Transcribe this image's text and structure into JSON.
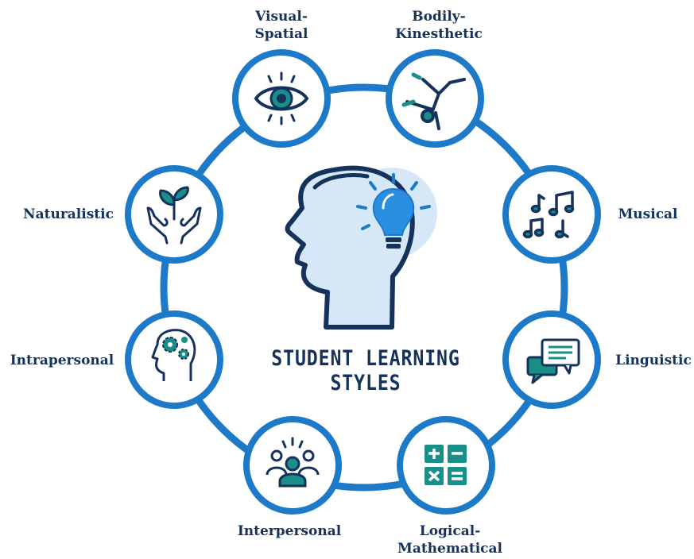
{
  "title": "STUDENT LEARNING STYLES",
  "colors": {
    "navy": "#15325c",
    "ring_blue": "#1d7ac8",
    "teal": "#1a8f8a",
    "light_blue": "#d6e8f7",
    "bulb_blue": "#2a8fe0"
  },
  "nodes": [
    {
      "id": "visual",
      "label_lines": [
        "Visual-",
        "Spatial"
      ],
      "icon": "eye-icon"
    },
    {
      "id": "bodily",
      "label_lines": [
        "Bodily-",
        "Kinesthetic"
      ],
      "icon": "dancer-icon"
    },
    {
      "id": "musical",
      "label_lines": [
        "Musical"
      ],
      "icon": "music-notes-icon"
    },
    {
      "id": "linguistic",
      "label_lines": [
        "Linguistic"
      ],
      "icon": "speech-bubbles-icon"
    },
    {
      "id": "logical",
      "label_lines": [
        "Logical-",
        "Mathematical"
      ],
      "icon": "calculator-icon"
    },
    {
      "id": "interpersonal",
      "label_lines": [
        "Interpersonal"
      ],
      "icon": "group-people-icon"
    },
    {
      "id": "intrapersonal",
      "label_lines": [
        "Intrapersonal"
      ],
      "icon": "head-gears-icon"
    },
    {
      "id": "naturalistic",
      "label_lines": [
        "Naturalistic"
      ],
      "icon": "hands-plant-icon"
    }
  ]
}
